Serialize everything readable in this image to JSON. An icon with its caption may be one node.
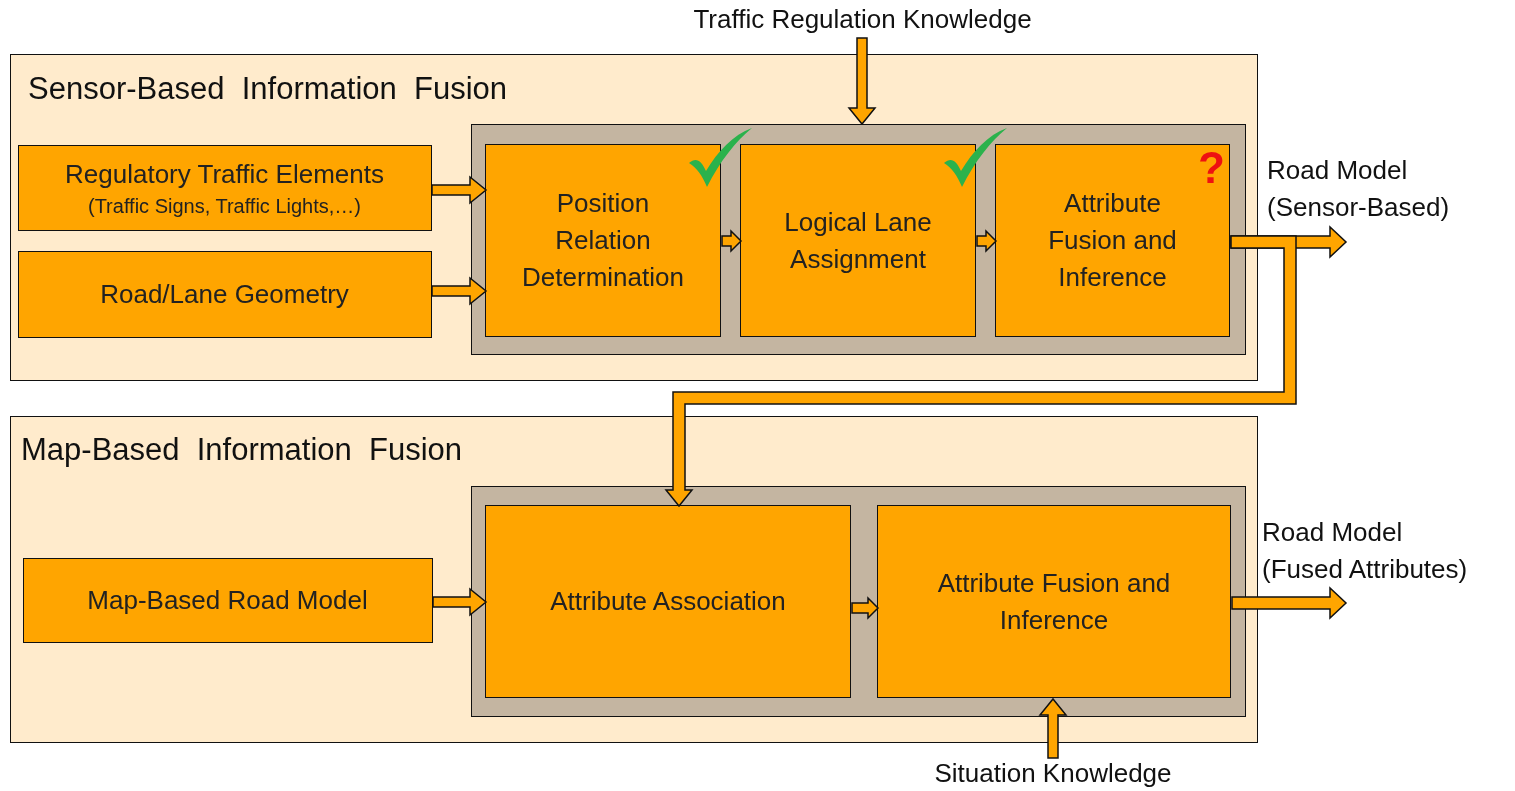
{
  "diagram": {
    "nodes": [
      {
        "text": [
          "Traffic Regulation Knowledge"
        ]
      },
      {
        "text": [
          "Sensor-Based  Information  Fusion"
        ]
      },
      {
        "text": [],
        "shape": "box",
        "in": 1
      },
      {
        "text": [
          "Regulatory Traffic Elements",
          "(Traffic Signs, Traffic Lights,…)"
        ],
        "in": 1
      },
      {
        "text": [
          "Road/Lane Geometry"
        ],
        "in": 1
      },
      {
        "text": [
          "Position Relation Determination"
        ],
        "in": 2
      },
      {
        "text": [
          "Logical Lane Assignment"
        ],
        "in": 2
      },
      {
        "text": [
          "Attribute Fusion and Inference"
        ],
        "in": 2
      },
      {
        "text": [
          "Map-Based  Information  Fusion"
        ]
      },
      {
        "text": [],
        "shape": "box",
        "in": 8
      },
      {
        "text": [
          "Map-Based Road Model"
        ],
        "in": 8
      },
      {
        "text": [
          "Attribute Association"
        ],
        "in": 9
      },
      {
        "text": [
          "Attribute Fusion and Inference"
        ],
        "in": 9
      },
      {
        "text": [
          "Situation Knowledge"
        ]
      }
    ],
    "edges": [
      {
        "from": 0,
        "to": 2,
        "arrow": "to"
      },
      {
        "from": 3,
        "to": 5,
        "arrow": "to"
      },
      {
        "from": 4,
        "to": 5,
        "arrow": "to"
      },
      {
        "from": 5,
        "to": 6,
        "arrow": "to"
      },
      {
        "from": 6,
        "to": 7,
        "arrow": "to"
      },
      {
        "from": 7,
        "to": null,
        "arrow": "to",
        "label": "Road Model (Sensor-Based)"
      },
      {
        "from": 7,
        "to": 11,
        "arrow": "to"
      },
      {
        "from": 10,
        "to": 11,
        "arrow": "to"
      },
      {
        "from": 11,
        "to": 12,
        "arrow": "to"
      },
      {
        "from": 13,
        "to": 12,
        "arrow": "to"
      },
      {
        "from": 12,
        "to": null,
        "arrow": "to",
        "label": "Road Model (Fused Attributes)"
      }
    ],
    "labels": [
      "?"
    ]
  }
}
